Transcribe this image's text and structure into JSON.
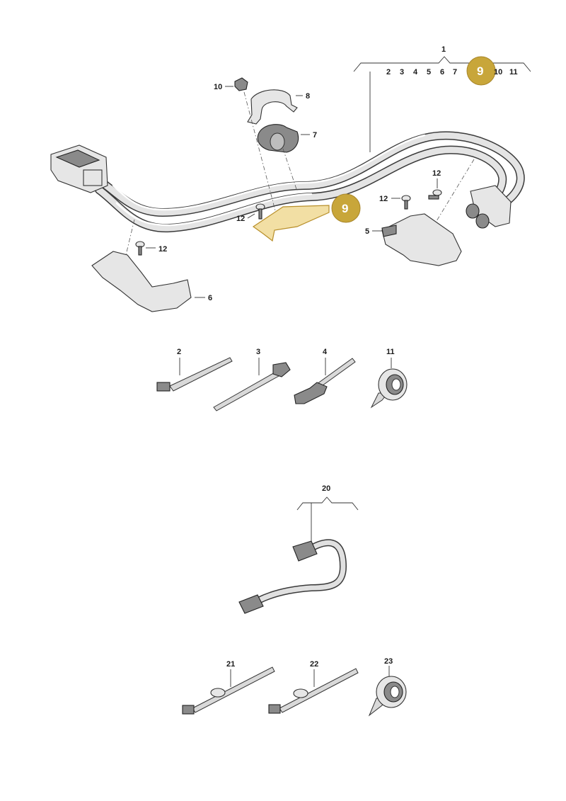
{
  "diagram": {
    "group_labels": {
      "top": "1",
      "top_children": [
        "2",
        "3",
        "4",
        "5",
        "6",
        "7",
        "9",
        "10",
        "11"
      ],
      "hose": "20"
    },
    "callouts": {
      "bracket_clip": "8",
      "damper": "7",
      "nut": "10",
      "holder_plate": "9",
      "screw_left": "12",
      "screw_mid": "12",
      "screw_right_a": "12",
      "screw_right_b": "12",
      "bracket_right": "5",
      "bracket_left": "6",
      "tie_2": "2",
      "tie_3": "3",
      "tie_4": "4",
      "tape_11": "11",
      "tie_21": "21",
      "tie_22": "22",
      "tape_23": "23"
    },
    "highlight": {
      "label": "9",
      "color": "#c8a63a"
    }
  }
}
